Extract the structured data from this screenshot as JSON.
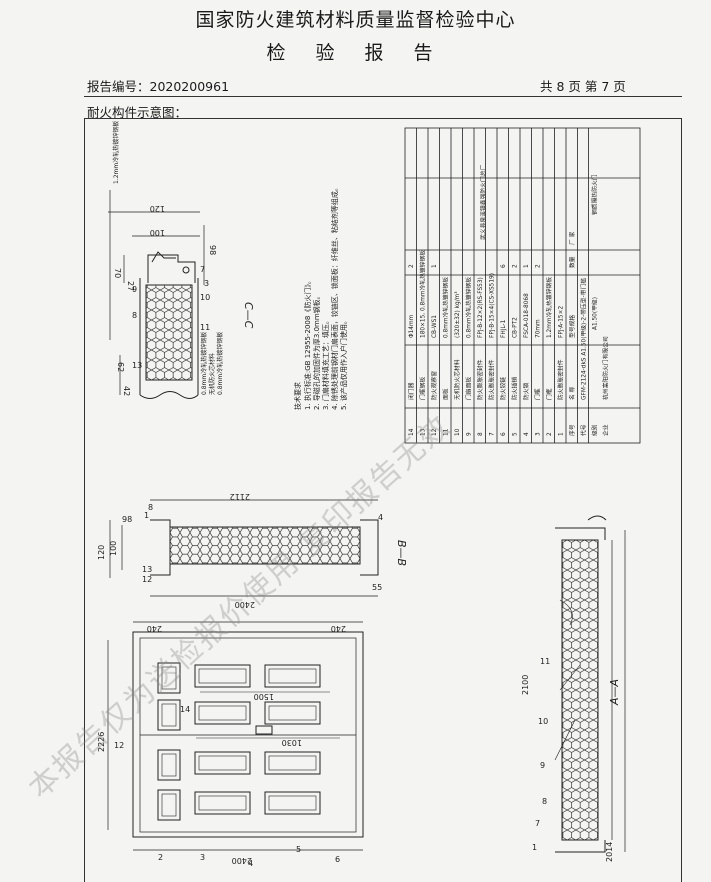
{
  "header": {
    "org": "国家防火建筑材料质量监督检验中心",
    "doc_type": "检 验 报 告",
    "report_no": "报告编号：2020200961",
    "page_info": "共 8 页 第 7 页"
  },
  "section_title": "耐火构件示意图：",
  "views": {
    "cc": "C—C",
    "bb": "B—B",
    "aa": "A—A"
  },
  "cc_labels": {
    "d120": "120",
    "d100": "100",
    "d98": "98",
    "d70": "70",
    "d27": "27",
    "d62": "62",
    "d42": "42",
    "n3": "3",
    "n7": "7",
    "n8": "8",
    "n9": "9",
    "n10": "10",
    "n11": "11",
    "n13": "13",
    "l_top": "1.2mm冷轧热镀锌钢板",
    "l_bot1": "0.8mm冷轧热镀锌钢板",
    "l_bot2": "无机防火芯材料",
    "l_bot3": "0.8mm冷轧热镀锌钢板"
  },
  "notes": {
    "title": "技术要求",
    "lines": [
      "1. 执行标准:GB 12955-2008《防火门》。",
      "2. 导磁孔的加固件为厚3.0mm钢板。",
      "3. 门扇材料填充工艺：填压。",
      "4. 除锈处理前钢材门扇表面，铰链区、锁面板：纤维丝、粘结剂等组成。",
      "5. 该产品仅用作入户门使用。"
    ]
  },
  "bb_labels": {
    "d2112": "2112",
    "d120": "120",
    "d100": "100",
    "d2400": "2400",
    "d55": "55",
    "d98": "98",
    "n1": "1",
    "n4": "4",
    "n8": "8",
    "n12": "12",
    "n13": "13"
  },
  "door_labels": {
    "d240a": "240",
    "d240b": "240",
    "d1500": "1500",
    "d1030": "1030",
    "d2226": "2226",
    "d2400": "2400",
    "n2": "2",
    "n3": "3",
    "n4": "4",
    "n5": "5",
    "n6": "6",
    "n12": "12",
    "n14": "14"
  },
  "aa_labels": {
    "d2100": "2100",
    "d2014": "2014",
    "n1": "1",
    "n7": "7",
    "n8": "8",
    "n9": "9",
    "n10": "10",
    "n11": "11"
  },
  "parts_table": {
    "header": {
      "no": "序号",
      "name": "名  称",
      "spec": "型号规格",
      "qty": "数量",
      "maker": "厂  家"
    },
    "rows": [
      {
        "no": "14",
        "name": "闭门器",
        "spec": "Φ14mm",
        "qty": "2"
      },
      {
        "no": "13",
        "name": "门框钢板",
        "spec": "180×15, 0.8mm冷轧热镀锌钢板",
        "qty": ""
      },
      {
        "no": "12",
        "name": "防火观察窗",
        "spec": "CB-WS1",
        "qty": "1"
      },
      {
        "no": "11",
        "name": "面板",
        "spec": "0.8mm冷轧热镀锌钢板",
        "qty": ""
      },
      {
        "no": "10",
        "name": "无机防火芯材料",
        "spec": "(320±32) kg/m³",
        "qty": ""
      },
      {
        "no": "9",
        "name": "门扇面板",
        "spec": "0.8mm冷轧热镀锌钢板",
        "qty": ""
      },
      {
        "no": "8",
        "name": "防火膨胀密封件",
        "spec": "FPJ-B-12×2(RS-FS53)",
        "qty": ""
      },
      {
        "no": "7",
        "name": "防火膨胀密封件",
        "spec": "FPJ-B-15×4(CS-XS519)",
        "qty": ""
      },
      {
        "no": "6",
        "name": "防火铰链",
        "spec": "FHJL-1",
        "qty": "6"
      },
      {
        "no": "5",
        "name": "防火插销",
        "spec": "CB-PT2",
        "qty": "2"
      },
      {
        "no": "4",
        "name": "防火锁",
        "spec": "FSCA-018-8068",
        "qty": "1"
      },
      {
        "no": "3",
        "name": "门框",
        "spec": "70mm",
        "qty": "2"
      },
      {
        "no": "2",
        "name": "门框",
        "spec": "1.2mm冷轧热镀锌钢板",
        "qty": ""
      },
      {
        "no": "1",
        "name": "防火膨胀密封件",
        "spec": "FPJ-A-15×2",
        "qty": ""
      }
    ],
    "maker": "武义县泉溪镇鑫强防火门总厂",
    "code_label": "代号",
    "code_value": "GFM-2124-dkS A1.50(甲级)-2-带压型-带门槛",
    "grade_label": "级别",
    "grade_value": "A1.50(甲级)",
    "enterprise_label": "企业",
    "enterprise_value": "杭州富阳防火门有限公司",
    "product_name": "钢质隔热防火门"
  },
  "watermark": "本报告仅为送检报价使用 复印报告无效"
}
